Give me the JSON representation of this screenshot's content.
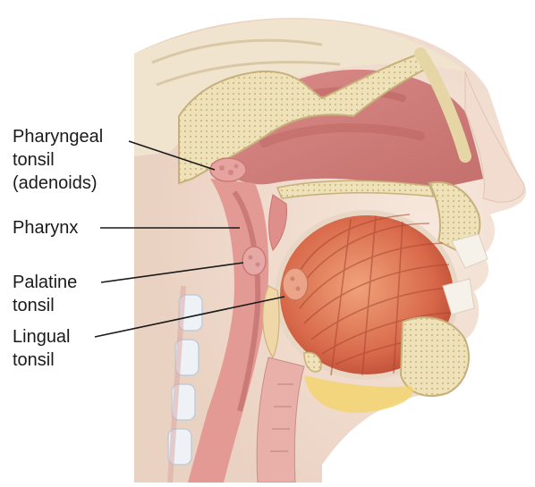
{
  "labels": {
    "pharyngeal_tonsil": [
      "Pharyngeal",
      "tonsil",
      "(adenoids)"
    ],
    "pharynx": [
      "Pharynx"
    ],
    "palatine_tonsil": [
      "Palatine",
      "tonsil"
    ],
    "lingual_tonsil": [
      "Lingual",
      "tonsil"
    ]
  }
}
